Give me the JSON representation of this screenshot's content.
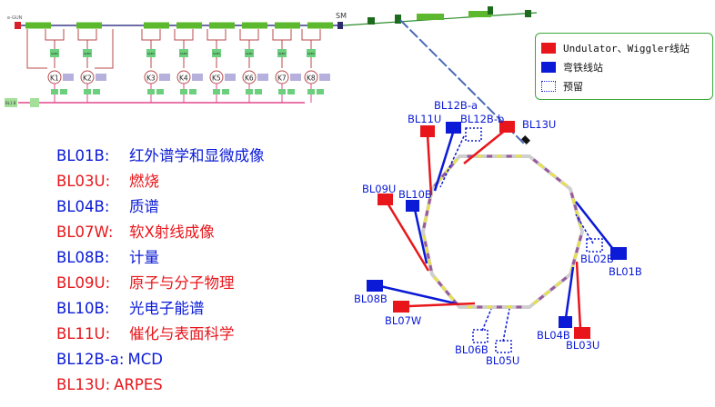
{
  "colors": {
    "undulator": "#e8161b",
    "bend": "#0a1ad6",
    "reserved": "#1a2ad6",
    "linac_green": "#5cb82c",
    "ring_gray": "#c8c8c8",
    "yellow_magnet": "#e8e04a",
    "pink_line": "#e3478a",
    "legend_border": "#3aa83a"
  },
  "linac": {
    "egun_label": "e-GUN",
    "sm_label": "SM",
    "klystrons": [
      "K1",
      "K2",
      "K3",
      "K4",
      "K5",
      "K6",
      "K7",
      "K8"
    ],
    "small_box_label": "SLED",
    "driver_label": "BL1 B"
  },
  "legend": {
    "items": [
      {
        "key": "undulator",
        "label": "Undulator、Wiggler线站",
        "swatch_color": "#e8161b",
        "style": "solid"
      },
      {
        "key": "bend",
        "label": "弯铁线站",
        "swatch_color": "#0a1ad6",
        "style": "solid"
      },
      {
        "key": "reserved",
        "label": "预留",
        "swatch_color": "#1a2ad6",
        "style": "dotted"
      }
    ]
  },
  "beamline_list": [
    {
      "code": "BL01B:",
      "desc": "红外谱学和显微成像",
      "type": "bend"
    },
    {
      "code": "BL03U:",
      "desc": "燃烧",
      "type": "undulator"
    },
    {
      "code": "BL04B:",
      "desc": "质谱",
      "type": "bend"
    },
    {
      "code": "BL07W:",
      "desc": "软X射线成像",
      "type": "undulator"
    },
    {
      "code": "BL08B:",
      "desc": "计量",
      "type": "bend"
    },
    {
      "code": "BL09U:",
      "desc": "原子与分子物理",
      "type": "undulator"
    },
    {
      "code": "BL10B:",
      "desc": "光电子能谱",
      "type": "bend"
    },
    {
      "code": "BL11U:",
      "desc": "催化与表面科学",
      "type": "undulator"
    },
    {
      "code": "BL12B-a:",
      "desc": "MCD",
      "type": "bend"
    },
    {
      "code": "BL13U:",
      "desc": "ARPES",
      "type": "undulator"
    }
  ],
  "ring_labels": {
    "bl12ba": "BL12B-a",
    "bl11u": "BL11U",
    "bl12bb": "BL12B-b",
    "bl13u": "BL13U",
    "bl09u": "BL09U",
    "bl10b": "BL10B",
    "bl02b": "BL02B",
    "bl01b": "BL01B",
    "bl08b": "BL08B",
    "bl07w": "BL07W",
    "bl06b": "BL06B",
    "bl05u": "BL05U",
    "bl04b": "BL04B",
    "bl03u": "BL03U"
  }
}
